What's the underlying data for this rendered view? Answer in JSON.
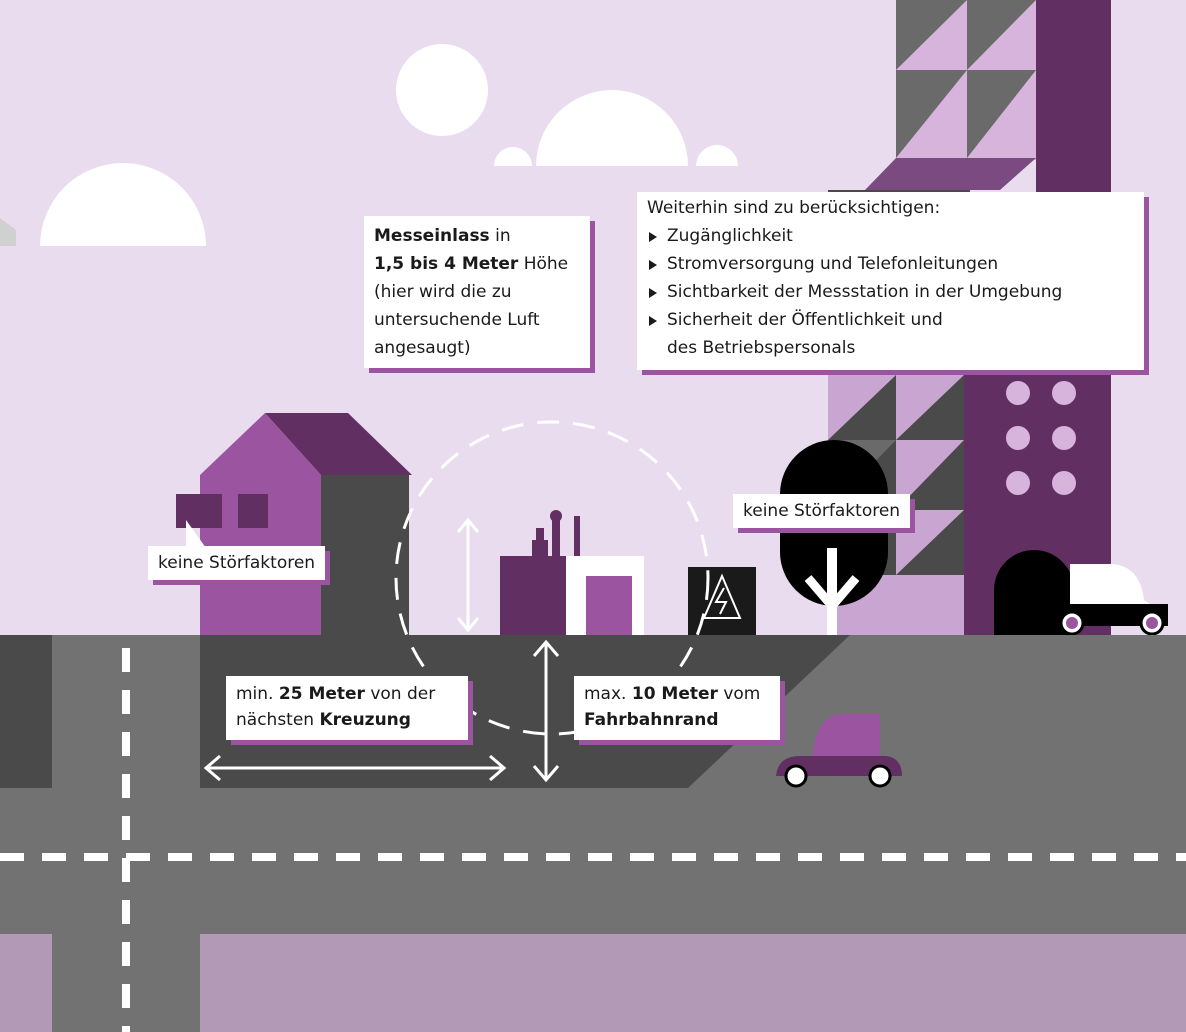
{
  "labels": {
    "inlet": {
      "line1_bold": "Messeinlass",
      "line1_rest": " in",
      "line2_bold": "1,5 bis 4 Meter",
      "line2_rest": " Höhe",
      "line3": "(hier wird die zu",
      "line4": "untersuchende Luft",
      "line5": "angesaugt)"
    },
    "considerations": {
      "title": "Weiterhin sind zu berücksichtigen:",
      "items": [
        "Zugänglichkeit",
        "Stromversorgung und Telefonleitungen",
        "Sichtbarkeit der Messstation in der Umgebung",
        "Sicherheit der Öffentlichkeit und"
      ],
      "continuation": "des Betriebspersonals"
    },
    "no_interference_left": "keine Störfaktoren",
    "no_interference_right": "keine Störfaktoren",
    "crossing": {
      "prefix": "min. ",
      "bold1": "25 Meter",
      "mid": " von der",
      "line2_pre": "nächsten ",
      "bold2": "Kreuzung"
    },
    "roadside": {
      "prefix": "max. ",
      "bold1": "10 Meter",
      "mid": " vom",
      "bold2": "Fahrbahnrand"
    }
  },
  "colors": {
    "sky": "#e8dcee",
    "road": "#727272",
    "sidewalk": "#4a4a4a",
    "purple_dark": "#622f62",
    "purple_mid": "#9b55a0",
    "purple_light": "#c9a6d2",
    "ground": "#b299b5"
  }
}
